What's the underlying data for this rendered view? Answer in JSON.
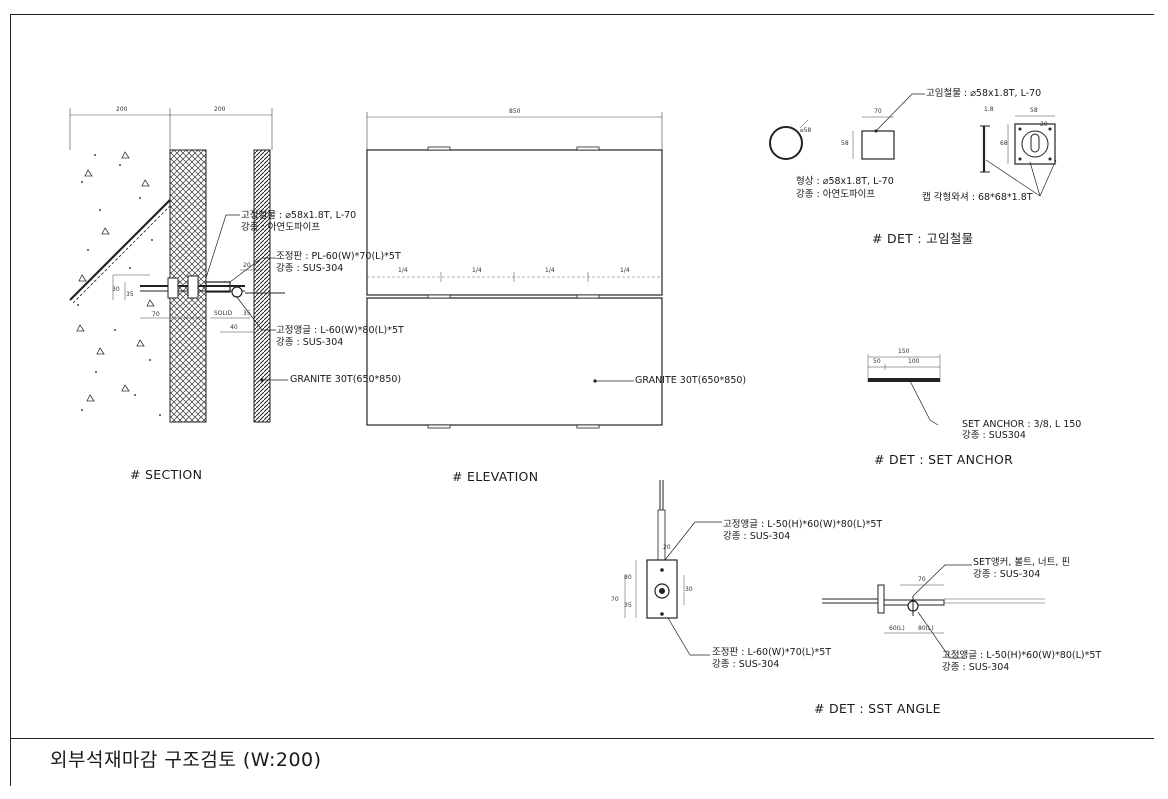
{
  "sheet_title": "외부석재마감 구조검토 (W:200)",
  "section": {
    "heading": "# SECTION",
    "dims_top": [
      "200",
      "200"
    ],
    "callouts": [
      {
        "line1": "고정철물 : ⌀58x1.8T, L-70",
        "line2": "강종 : 아연도파이프"
      },
      {
        "line1": "조정판 : PL-60(W)*70(L)*5T",
        "line2": "강종 : SUS-304"
      },
      {
        "line1": "고정앵글 : L-60(W)*80(L)*5T",
        "line2": "강종 : SUS-304"
      },
      {
        "line1": "GRANITE 30T(650*850)"
      }
    ],
    "small_dims": [
      "30",
      "35",
      "70",
      "20",
      "40",
      "35",
      "SOLID"
    ]
  },
  "elevation": {
    "heading": "# ELEVATION",
    "dim_top": "850",
    "quarters": [
      "1/4",
      "1/4",
      "1/4",
      "1/4"
    ],
    "callout": "GRANITE 30T(650*850)"
  },
  "det_fixing": {
    "heading": "# DET : 고임철물",
    "dims": [
      "⌀58",
      "70",
      "58",
      "1.8",
      "58",
      "68",
      "20"
    ],
    "callout_top": "고임철물 : ⌀58x1.8T, L-70",
    "spec_line1": "형상 : ⌀58x1.8T, L-70",
    "spec_line2": "강종 : 아연도파이프",
    "cap_note": "캡 각형와셔 : 68*68*1.8T"
  },
  "det_anchor": {
    "heading": "# DET : SET ANCHOR",
    "dims": [
      "150",
      "50",
      "100"
    ],
    "line1": "SET ANCHOR : 3/8, L 150",
    "line2": "강종 : SUS304"
  },
  "det_angle": {
    "heading": "# DET : SST ANGLE",
    "callout_a1": "고정앵글 : L-50(H)*60(W)*80(L)*5T",
    "callout_a2": "강종 : SUS-304",
    "callout_b1": "조정판 : L-60(W)*70(L)*5T",
    "callout_b2": "강종 : SUS-304",
    "callout_c1": "SET앵커, 볼트, 너트, 핀",
    "callout_c2": "강종 : SUS-304",
    "callout_d1": "고정앵글 : L-50(H)*60(W)*80(L)*5T",
    "callout_d2": "강종 : SUS-304",
    "dims": [
      "80",
      "35",
      "70",
      "30",
      "20",
      "70",
      "60(L)",
      "80(L)"
    ]
  }
}
